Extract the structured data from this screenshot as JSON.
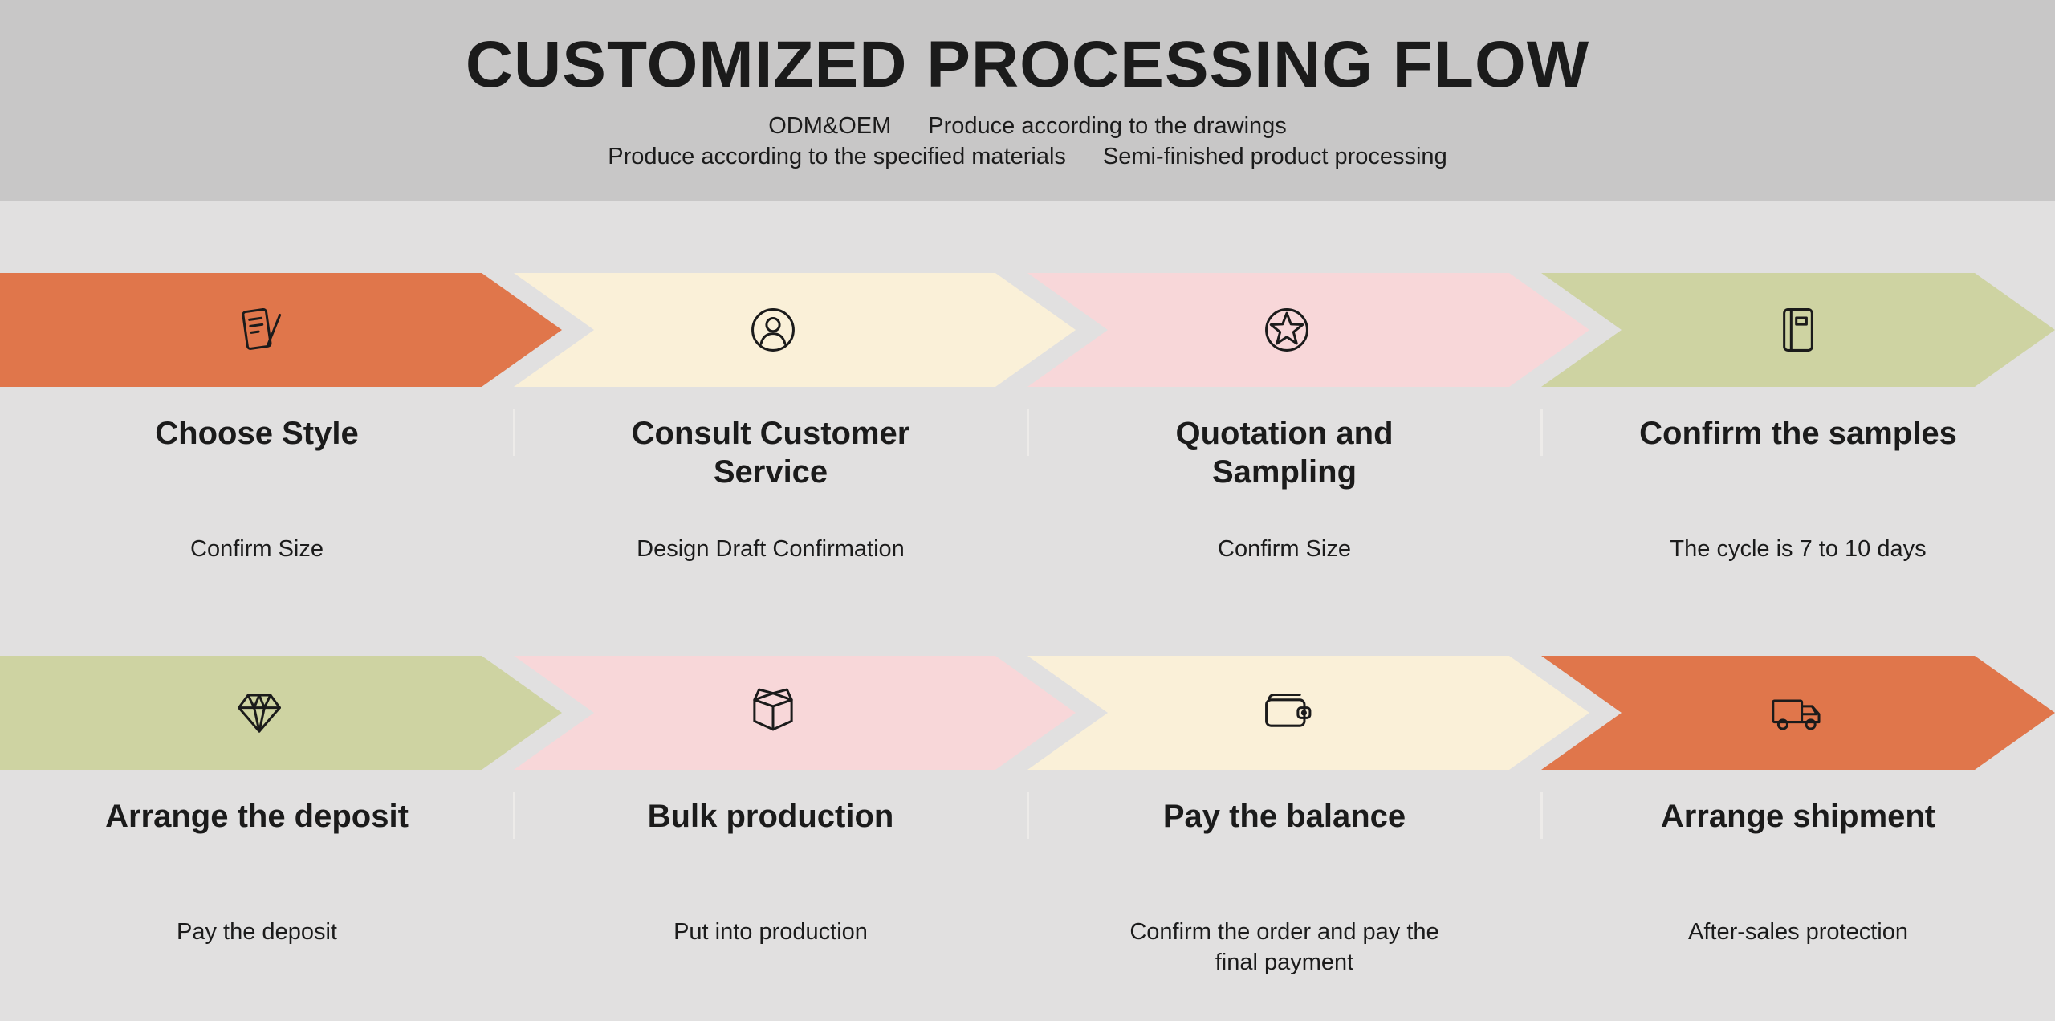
{
  "header": {
    "title": "CUSTOMIZED PROCESSING FLOW",
    "line1": [
      "ODM&OEM",
      "Produce according to the drawings"
    ],
    "line2": [
      "Produce according to the specified materials",
      "Semi-finished product processing"
    ]
  },
  "colors": {
    "header_bg": "#c8c7c7",
    "body_bg": "#e1e0e0",
    "text": "#1b1b1b",
    "orange": "#e0764b",
    "cream": "#faf0d8",
    "pink": "#f8d7d9",
    "sage": "#ced3a2"
  },
  "steps": [
    {
      "title": "Choose Style",
      "subtitle": "Confirm Size",
      "icon": "notebook-pen-icon",
      "color": "#e0764b"
    },
    {
      "title": "Consult Customer Service",
      "subtitle": "Design Draft Confirmation",
      "icon": "customer-service-icon",
      "color": "#faf0d8"
    },
    {
      "title": "Quotation and Sampling",
      "subtitle": "Confirm Size",
      "icon": "star-badge-icon",
      "color": "#f8d7d9"
    },
    {
      "title": "Confirm the samples",
      "subtitle": "The cycle is 7 to 10 days",
      "icon": "book-icon",
      "color": "#ced3a2"
    },
    {
      "title": "Arrange the deposit",
      "subtitle": "Pay the deposit",
      "icon": "diamond-icon",
      "color": "#ced3a2"
    },
    {
      "title": "Bulk production",
      "subtitle": "Put into production",
      "icon": "open-box-icon",
      "color": "#f8d7d9"
    },
    {
      "title": "Pay the balance",
      "subtitle": "Confirm the order and pay the final payment",
      "icon": "wallet-icon",
      "color": "#faf0d8"
    },
    {
      "title": "Arrange shipment",
      "subtitle": "After-sales protection",
      "icon": "truck-icon",
      "color": "#e0764b"
    }
  ]
}
